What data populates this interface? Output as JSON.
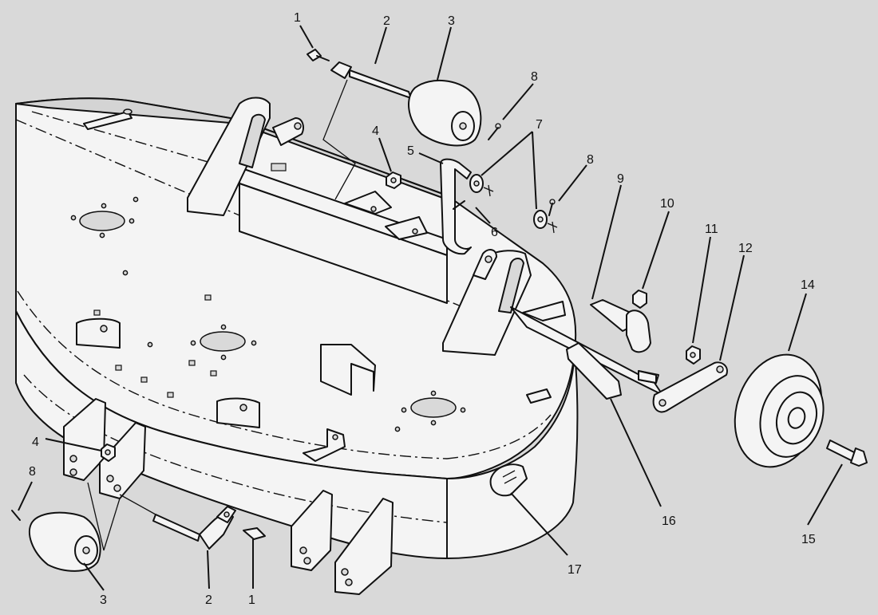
{
  "colors": {
    "background": "#d9d9d9",
    "line": "#111111",
    "part_fill": "#f4f4f4",
    "shade": "#d4d4d4"
  },
  "callouts": [
    {
      "id": "c1a",
      "label": "1"
    },
    {
      "id": "c2a",
      "label": "2"
    },
    {
      "id": "c3a",
      "label": "3"
    },
    {
      "id": "c8a",
      "label": "8"
    },
    {
      "id": "c7",
      "label": "7"
    },
    {
      "id": "c4a",
      "label": "4"
    },
    {
      "id": "c5",
      "label": "5"
    },
    {
      "id": "c6",
      "label": "6"
    },
    {
      "id": "c8b",
      "label": "8"
    },
    {
      "id": "c9",
      "label": "9"
    },
    {
      "id": "c10",
      "label": "10"
    },
    {
      "id": "c11",
      "label": "11"
    },
    {
      "id": "c12",
      "label": "12"
    },
    {
      "id": "c14",
      "label": "14"
    },
    {
      "id": "c15",
      "label": "15"
    },
    {
      "id": "c16",
      "label": "16"
    },
    {
      "id": "c17",
      "label": "17"
    },
    {
      "id": "c4b",
      "label": "4"
    },
    {
      "id": "c8c",
      "label": "8"
    },
    {
      "id": "c3b",
      "label": "3"
    },
    {
      "id": "c2b",
      "label": "2"
    },
    {
      "id": "c1b",
      "label": "1"
    }
  ]
}
